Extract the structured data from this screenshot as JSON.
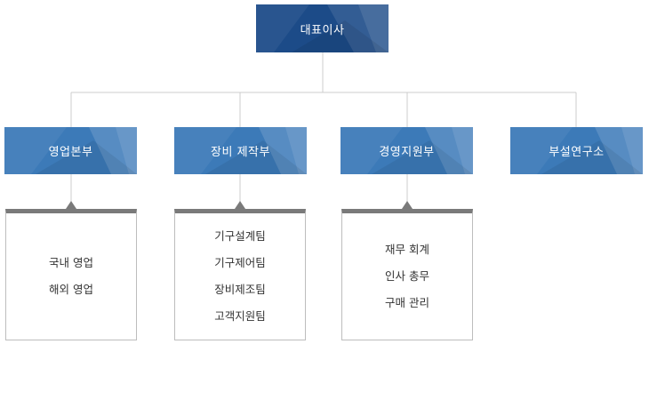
{
  "ceo": {
    "label": "대표이사"
  },
  "departments": [
    {
      "label": "영업본부",
      "teams": [
        "국내 영업",
        "해외 영업"
      ]
    },
    {
      "label": "장비 제작부",
      "teams": [
        "기구설계팀",
        "기구제어팀",
        "장비제조팀",
        "고객지원팀"
      ]
    },
    {
      "label": "경영지원부",
      "teams": [
        "재무 회계",
        "인사 총무",
        "구매 관리"
      ]
    },
    {
      "label": "부설연구소",
      "teams": []
    }
  ],
  "colors": {
    "ceo_box": "#1c4b88",
    "department_box": "#3c7ab8",
    "connector_line": "#cccccc",
    "team_box_top_bar": "#7a7a7a",
    "team_box_border": "#bdbdbd",
    "team_text": "#333333"
  }
}
